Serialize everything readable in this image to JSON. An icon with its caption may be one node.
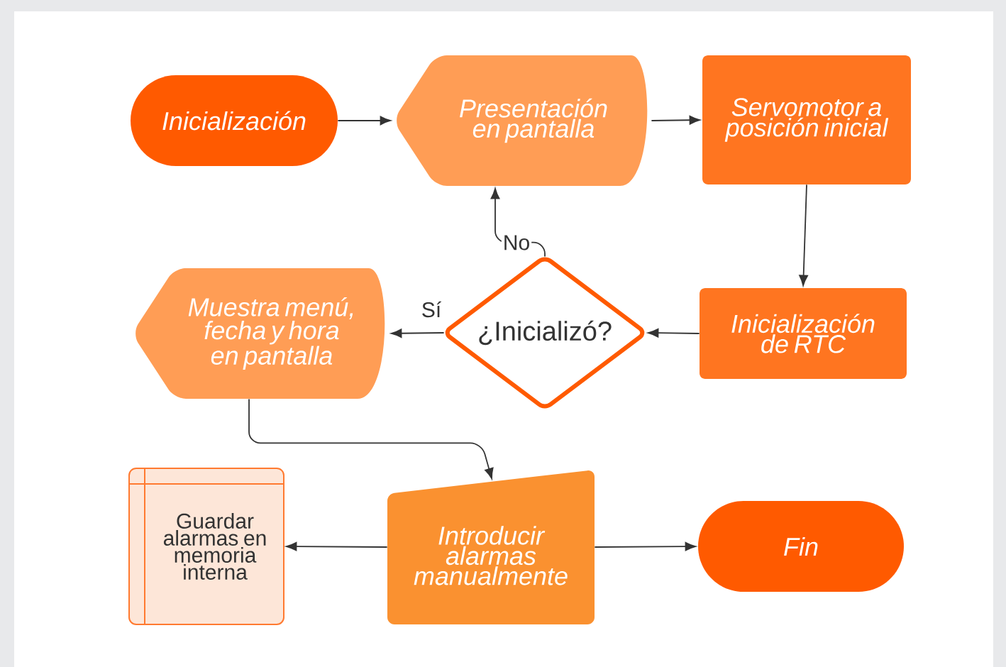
{
  "diagram": {
    "nodes": [
      {
        "text": [
          "Inicialización"
        ]
      },
      {
        "text": [
          "Presentación en pantalla"
        ]
      },
      {
        "text": [
          "Servomotor a posición inicial"
        ]
      },
      {
        "text": [
          "Inicialización de RTC"
        ]
      },
      {
        "text": [
          "¿Inicializó?"
        ]
      },
      {
        "text": [
          "Muestra menú, fecha y hora en pantalla"
        ]
      },
      {
        "text": [
          "Introducir alarmas manualmente"
        ]
      },
      {
        "text": [
          "Fin"
        ]
      },
      {
        "text": [
          "Guardar alarmas en memoria interna"
        ]
      }
    ],
    "edges": [
      {
        "from": 0,
        "to": 1,
        "arrow": "to"
      },
      {
        "from": 1,
        "to": 2,
        "arrow": "to"
      },
      {
        "from": 2,
        "to": 3,
        "arrow": "to"
      },
      {
        "from": 3,
        "to": 4,
        "arrow": "to"
      },
      {
        "from": 4,
        "to": 1,
        "arrow": "to",
        "label": "No"
      },
      {
        "from": 4,
        "to": 5,
        "arrow": "to",
        "label": "Sí"
      },
      {
        "from": 5,
        "to": 6,
        "arrow": "to"
      },
      {
        "from": 6,
        "to": 8,
        "arrow": "to"
      },
      {
        "from": 6,
        "to": 7,
        "arrow": "to"
      }
    ]
  }
}
